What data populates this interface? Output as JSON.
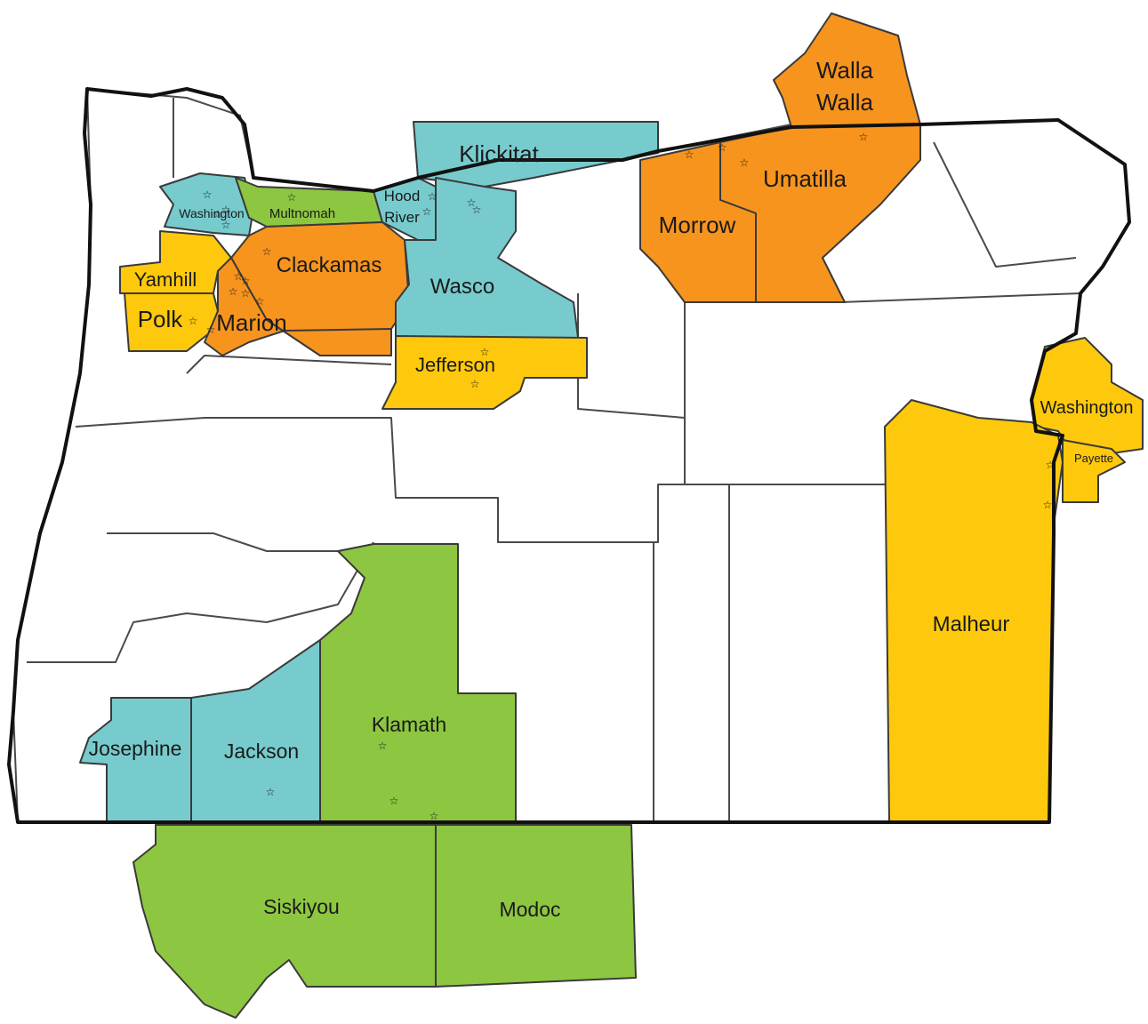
{
  "colors": {
    "blue": "#77cbcd",
    "orange": "#f7941e",
    "yellow": "#fec90d",
    "green": "#8dc641",
    "white": "#ffffff"
  },
  "counties": {
    "walla_walla_1": "Walla",
    "walla_walla_2": "Walla",
    "klickitat": "Klickitat",
    "umatilla": "Umatilla",
    "morrow": "Morrow",
    "hood_river_1": "Hood",
    "hood_river_2": "River",
    "washington_or": "Washington",
    "multnomah": "Multnomah",
    "clackamas": "Clackamas",
    "yamhill": "Yamhill",
    "polk": "Polk",
    "marion": "Marion",
    "wasco": "Wasco",
    "jefferson": "Jefferson",
    "washington_id": "Washington",
    "payette": "Payette",
    "malheur": "Malheur",
    "josephine": "Josephine",
    "jackson": "Jackson",
    "klamath": "Klamath",
    "siskiyou": "Siskiyou",
    "modoc": "Modoc"
  },
  "marker_icon": "star-icon"
}
